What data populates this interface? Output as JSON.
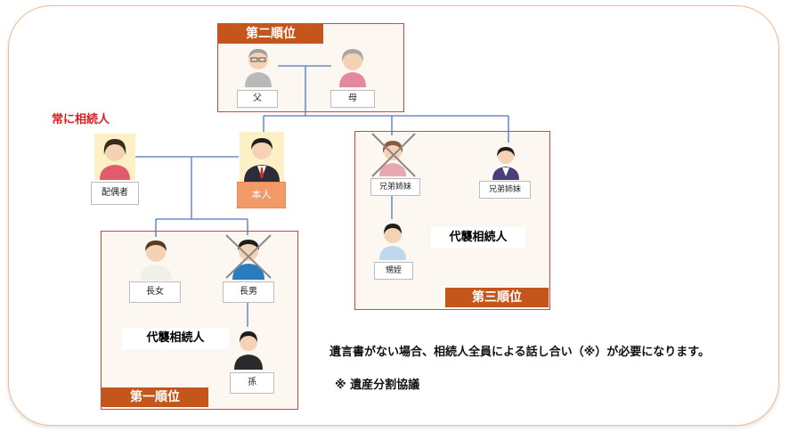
{
  "tiers": {
    "second": "第二順位",
    "first": "第一順位",
    "third": "第三順位"
  },
  "labels": {
    "always_heir": "常に相続人",
    "father": "父",
    "mother": "母",
    "spouse": "配偶者",
    "self": "本人",
    "sibling_left": "兄弟姉妹",
    "sibling_right": "兄弟姉妹",
    "nephew_niece": "甥姪",
    "eldest_daughter": "長女",
    "eldest_son": "長男",
    "grandchild": "孫",
    "substitute_heir_first": "代襲相続人",
    "substitute_heir_third": "代襲相続人"
  },
  "notes": {
    "main": "遺言書がない場合、相続人全員による話し合い（※）が必要になります。",
    "footnote": "※ 遺産分割協議"
  },
  "colors": {
    "border_red": "#d9443c",
    "tag_orange": "#c5561b",
    "self_orange": "#f29a68",
    "line_blue": "#4a78c2",
    "accent_red": "#d92020"
  }
}
